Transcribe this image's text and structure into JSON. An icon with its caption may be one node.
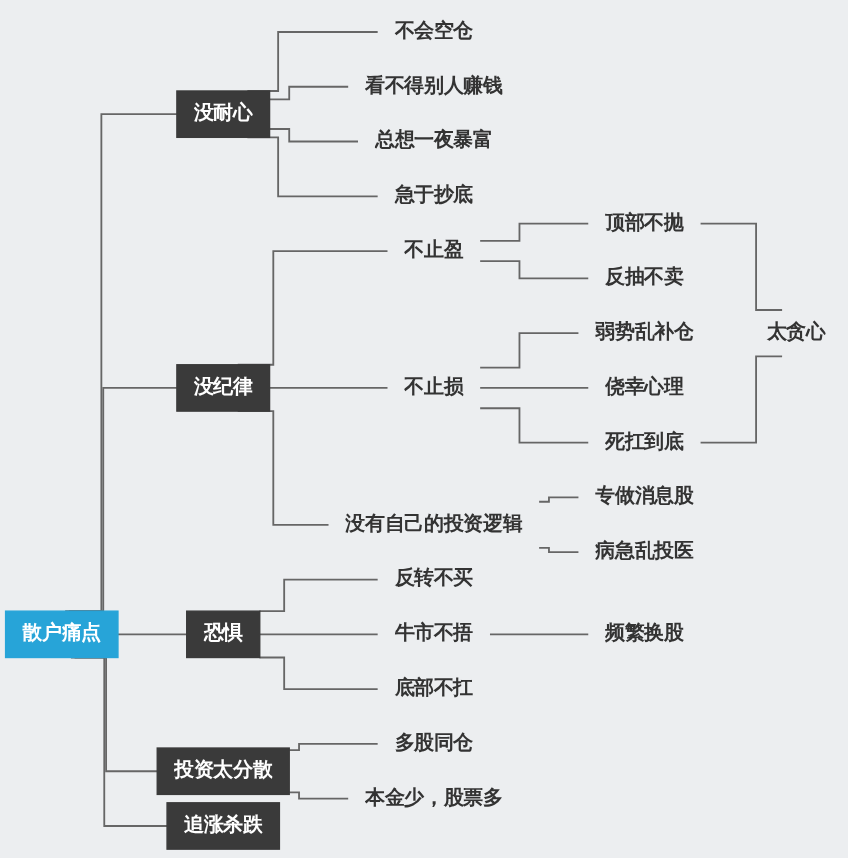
{
  "diagram": {
    "nodes": [
      {
        "text": [
          "散户痛点"
        ]
      },
      {
        "text": [
          "没耐心"
        ]
      },
      {
        "text": [
          "不会空仓"
        ]
      },
      {
        "text": [
          "看不得别人赚钱"
        ]
      },
      {
        "text": [
          "总想一夜暴富"
        ]
      },
      {
        "text": [
          "急于抄底"
        ]
      },
      {
        "text": [
          "没纪律"
        ]
      },
      {
        "text": [
          "不止盈"
        ]
      },
      {
        "text": [
          "顶部不抛"
        ]
      },
      {
        "text": [
          "反抽不卖"
        ]
      },
      {
        "text": [
          "不止损"
        ]
      },
      {
        "text": [
          "弱势乱补仓"
        ]
      },
      {
        "text": [
          "侥幸心理"
        ]
      },
      {
        "text": [
          "死扛到底"
        ]
      },
      {
        "text": [
          "太贪心"
        ]
      },
      {
        "text": [
          "没有自己的投资逻辑"
        ]
      },
      {
        "text": [
          "专做消息股"
        ]
      },
      {
        "text": [
          "病急乱投医"
        ]
      },
      {
        "text": [
          "恐惧"
        ]
      },
      {
        "text": [
          "反转不买"
        ]
      },
      {
        "text": [
          "牛市不捂"
        ]
      },
      {
        "text": [
          "底部不扛"
        ]
      },
      {
        "text": [
          "频繁换股"
        ]
      },
      {
        "text": [
          "投资太分散"
        ]
      },
      {
        "text": [
          "多股同仓"
        ]
      },
      {
        "text": [
          "本金少，股票多"
        ]
      },
      {
        "text": [
          "追涨杀跌"
        ]
      }
    ],
    "edges": [
      {
        "from": 0,
        "to": 1,
        "arrow": "none"
      },
      {
        "from": 1,
        "to": 2,
        "arrow": "none"
      },
      {
        "from": 1,
        "to": 3,
        "arrow": "none"
      },
      {
        "from": 1,
        "to": 4,
        "arrow": "none"
      },
      {
        "from": 1,
        "to": 5,
        "arrow": "none"
      },
      {
        "from": 0,
        "to": 6,
        "arrow": "none"
      },
      {
        "from": 6,
        "to": 7,
        "arrow": "none"
      },
      {
        "from": 7,
        "to": 8,
        "arrow": "none"
      },
      {
        "from": 7,
        "to": 9,
        "arrow": "none"
      },
      {
        "from": 6,
        "to": 10,
        "arrow": "none"
      },
      {
        "from": 10,
        "to": 11,
        "arrow": "none"
      },
      {
        "from": 10,
        "to": 12,
        "arrow": "none"
      },
      {
        "from": 10,
        "to": 13,
        "arrow": "none"
      },
      {
        "from": 8,
        "to": 14,
        "arrow": "none"
      },
      {
        "from": 13,
        "to": 14,
        "arrow": "none"
      },
      {
        "from": 6,
        "to": 15,
        "arrow": "none"
      },
      {
        "from": 15,
        "to": 16,
        "arrow": "none"
      },
      {
        "from": 15,
        "to": 17,
        "arrow": "none"
      },
      {
        "from": 0,
        "to": 18,
        "arrow": "none"
      },
      {
        "from": 18,
        "to": 19,
        "arrow": "none"
      },
      {
        "from": 18,
        "to": 20,
        "arrow": "none"
      },
      {
        "from": 18,
        "to": 21,
        "arrow": "none"
      },
      {
        "from": 20,
        "to": 22,
        "arrow": "none"
      },
      {
        "from": 0,
        "to": 23,
        "arrow": "none"
      },
      {
        "from": 23,
        "to": 24,
        "arrow": "none"
      },
      {
        "from": 23,
        "to": 25,
        "arrow": "none"
      },
      {
        "from": 0,
        "to": 26,
        "arrow": "none"
      }
    ]
  }
}
